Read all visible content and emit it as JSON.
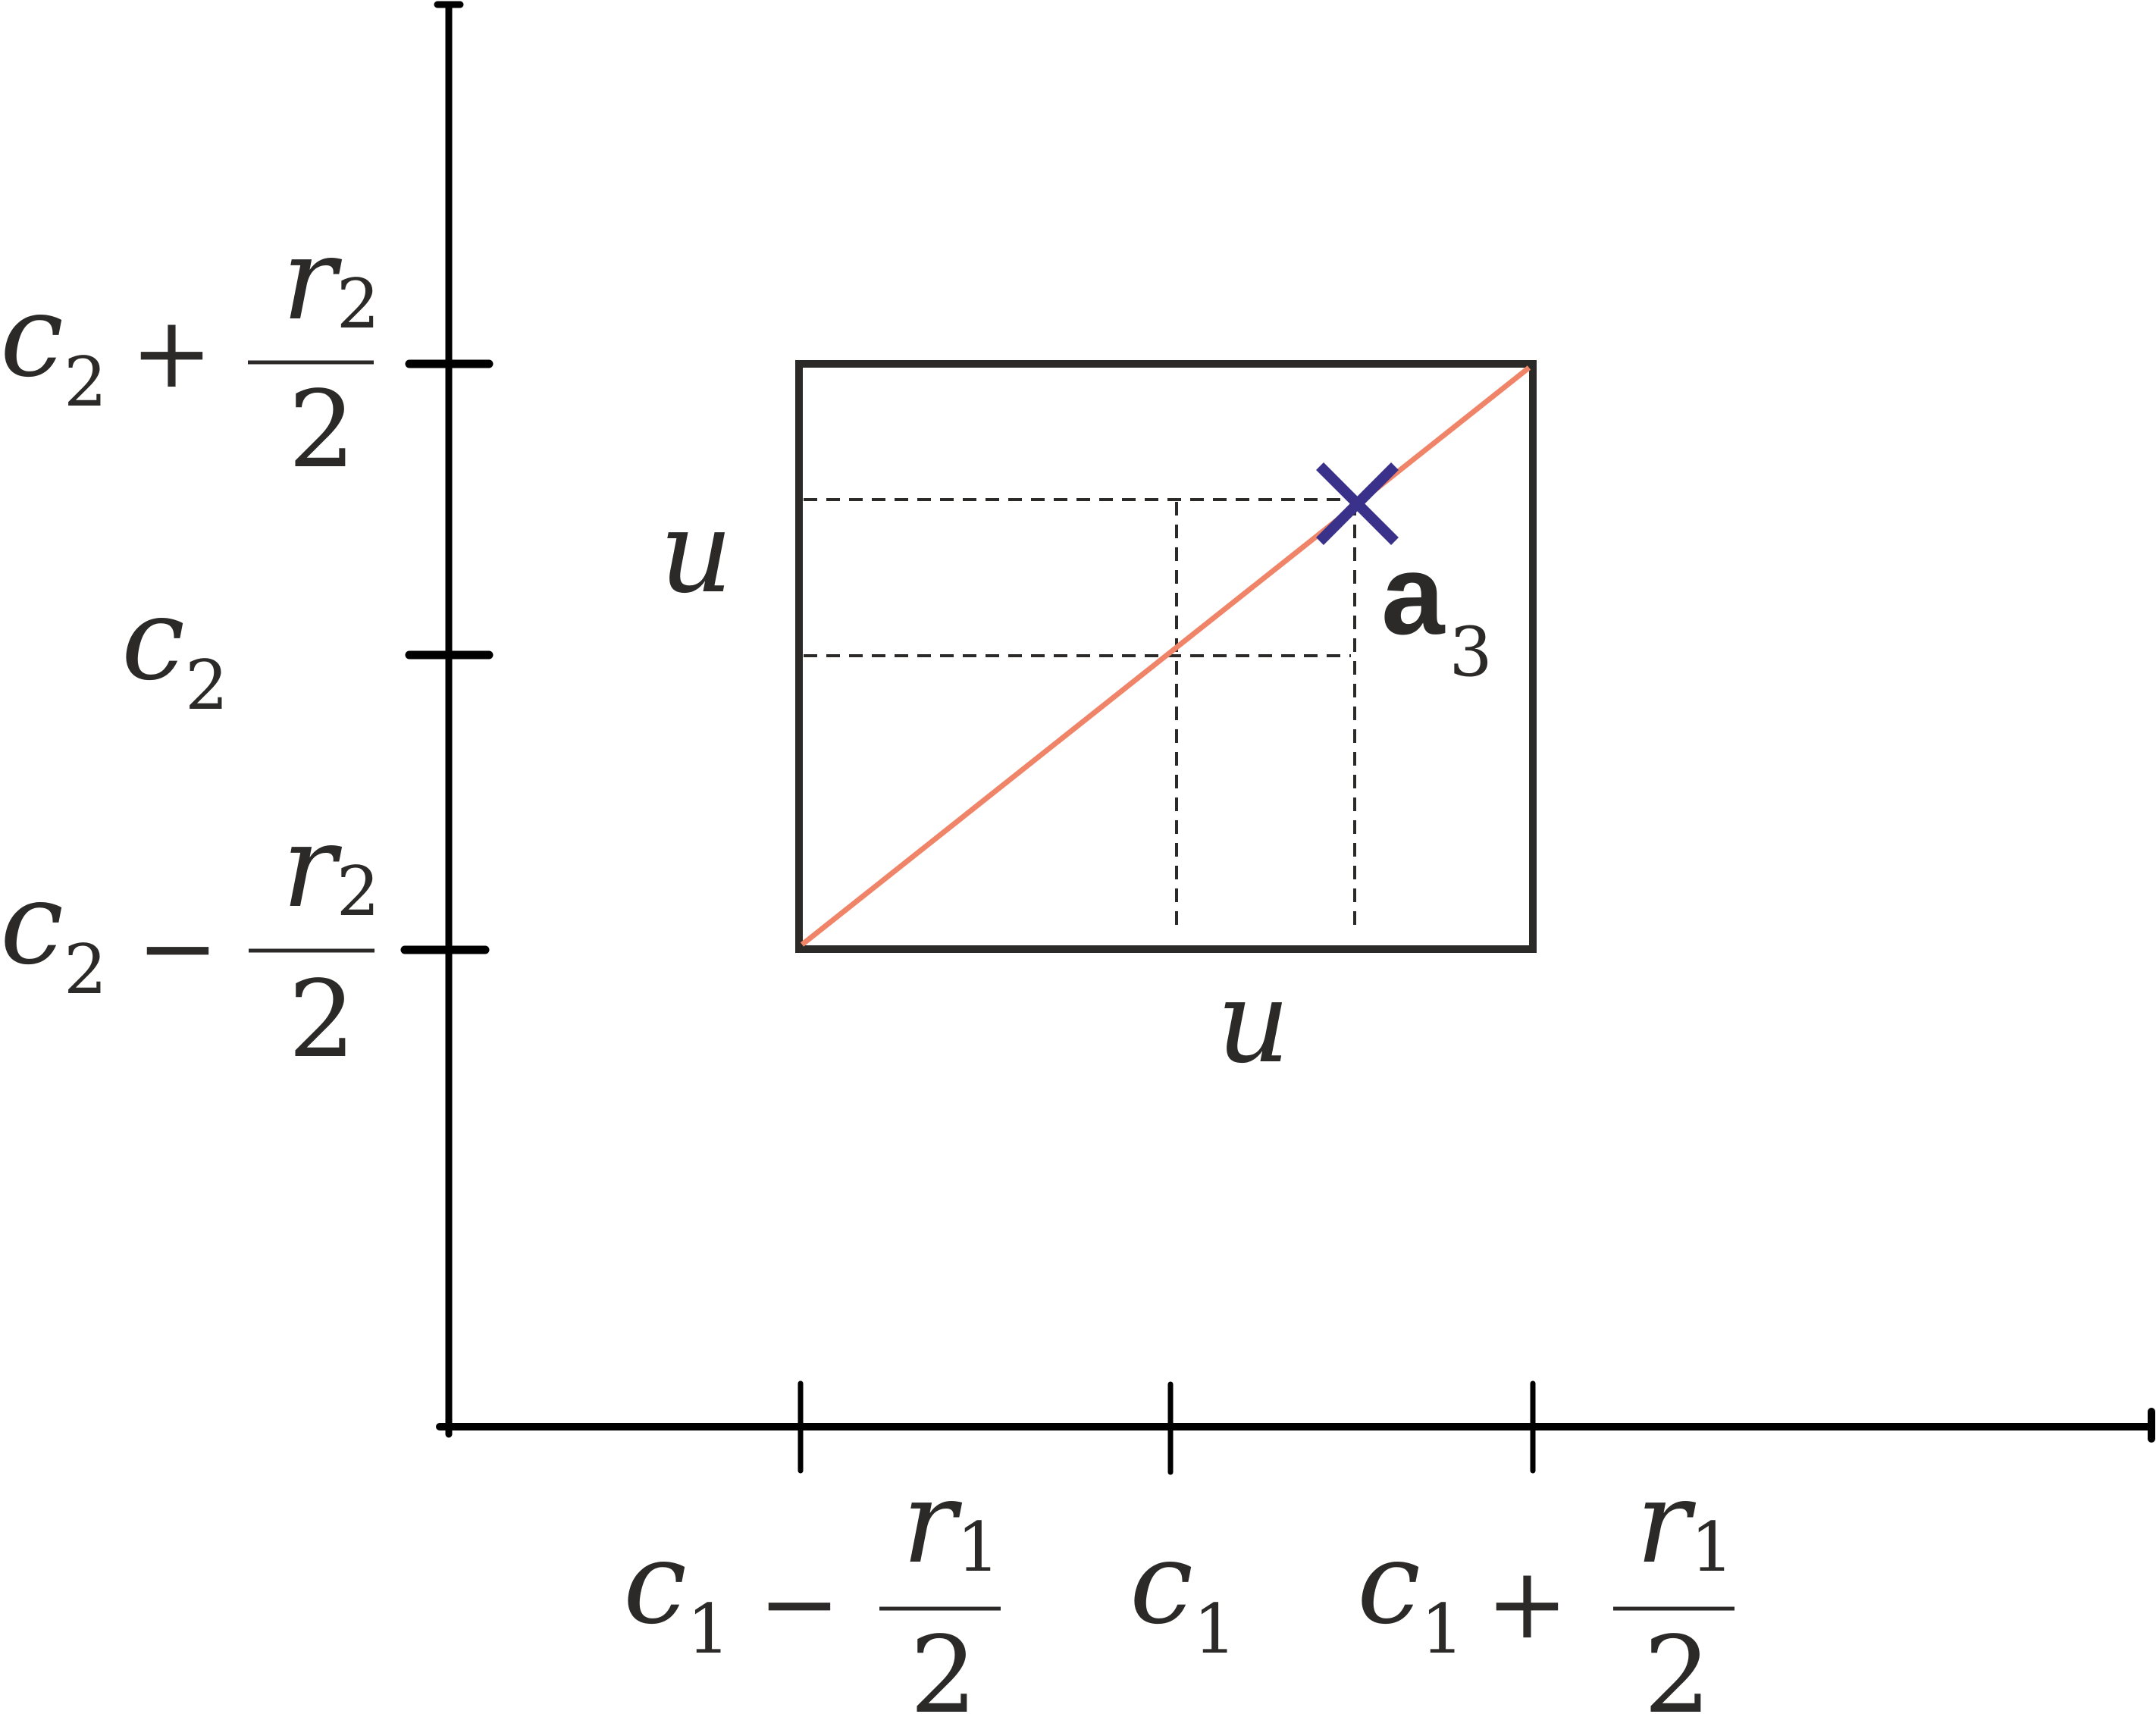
{
  "diagram": {
    "type": "coordinate-region-diagram",
    "colors": {
      "axis": "#000000",
      "box": "#2b2a28",
      "diagonal": "#ef8468",
      "marker": "#39318a",
      "text": "#2b2a28"
    },
    "y_axis": {
      "ticks": [
        {
          "base": "c",
          "sub": "2",
          "op": "+",
          "num_base": "r",
          "num_sub": "2",
          "den": "2"
        },
        {
          "base": "c",
          "sub": "2"
        },
        {
          "base": "c",
          "sub": "2",
          "op": "−",
          "num_base": "r",
          "num_sub": "2",
          "den": "2"
        }
      ]
    },
    "x_axis": {
      "ticks": [
        {
          "base": "c",
          "sub": "1",
          "op": "−",
          "num_base": "r",
          "num_sub": "1",
          "den": "2"
        },
        {
          "base": "c",
          "sub": "1"
        },
        {
          "base": "c",
          "sub": "1",
          "op": "+",
          "num_base": "r",
          "num_sub": "1",
          "den": "2"
        }
      ]
    },
    "box_labels": {
      "left_u": "u",
      "bottom_u": "u"
    },
    "point": {
      "label_base": "a",
      "label_sub": "3",
      "marker": "×"
    }
  }
}
